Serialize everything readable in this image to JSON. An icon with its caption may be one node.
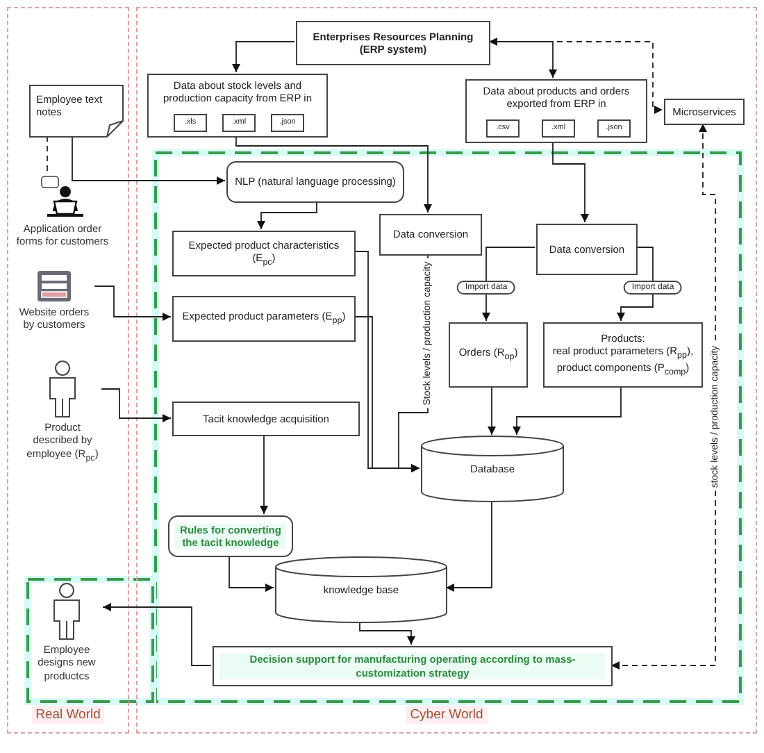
{
  "diagram": {
    "nodes": [
      {
        "text": [
          "Real World"
        ]
      },
      {
        "text": [
          "Cyber World"
        ]
      },
      {
        "text": [
          "Enterprises Resources Planning (ERP system)"
        ],
        "in": 1
      },
      {
        "text": [
          "Data about stock levels and production capacity from ERP in"
        ],
        "in": 1
      },
      {
        "text": [
          ".xls"
        ],
        "in": 3
      },
      {
        "text": [
          ".xml"
        ],
        "in": 3
      },
      {
        "text": [
          ".json"
        ],
        "in": 3
      },
      {
        "text": [
          "Data about products and orders exported from ERP in"
        ],
        "in": 1
      },
      {
        "text": [
          ".csv"
        ],
        "in": 7
      },
      {
        "text": [
          ".xml"
        ],
        "in": 7
      },
      {
        "text": [
          ".json"
        ],
        "in": 7
      },
      {
        "text": [
          "Microservices"
        ],
        "in": 1
      },
      {
        "text": [
          "Employee text notes"
        ],
        "in": 0
      },
      {
        "text": [
          "Application order forms for customers"
        ],
        "in": 0
      },
      {
        "text": [
          "Website orders by customers"
        ],
        "in": 0
      },
      {
        "text": [
          "Product described by employee (R$_{pc}$)"
        ],
        "in": 0
      },
      {
        "text": [
          "NLP (natural language processing)"
        ],
        "in": 1
      },
      {
        "text": [
          "Expected product characteristics (E$_{pc}$)"
        ],
        "in": 1
      },
      {
        "text": [
          "Data conversion"
        ],
        "in": 1
      },
      {
        "text": [
          "Expected product parameters (E$_{pp}$)"
        ],
        "in": 1
      },
      {
        "text": [
          "Data conversion"
        ],
        "in": 1
      },
      {
        "text": [
          "Orders (R$_{op}$)"
        ],
        "in": 1
      },
      {
        "text": [
          "Products:",
          "real product parameters (R$_{pp}$), product components (P$_{comp}$)"
        ],
        "in": 1
      },
      {
        "text": [
          "Tacit knowledge acquisition"
        ],
        "in": 1
      },
      {
        "text": [
          "Database"
        ],
        "in": 1
      },
      {
        "text": [
          "Rules for converting the tacit knowledge"
        ],
        "in": 1
      },
      {
        "text": [
          "knowledge base"
        ],
        "in": 1
      },
      {
        "text": [
          "Decision support for manufacturing operating according to mass-customization strategy"
        ],
        "in": 1
      },
      {
        "text": [
          "Employee designs new productcs"
        ],
        "in": 0
      }
    ],
    "edges": [
      {
        "from": 2,
        "to": 3,
        "arrow": "to"
      },
      {
        "from": 2,
        "to": 7,
        "arrow": "to"
      },
      {
        "from": 2,
        "to": 11,
        "arrow": "both",
        "style": "dashed"
      },
      {
        "from": 11,
        "to": 27,
        "arrow": "both",
        "style": "dashed",
        "label": "stock levels / production capacity"
      },
      {
        "from": 3,
        "to": 18,
        "arrow": "to"
      },
      {
        "from": 18,
        "to": 24,
        "arrow": "to",
        "label": "Stock levels / production capacity"
      },
      {
        "from": 7,
        "to": 20,
        "arrow": "to"
      },
      {
        "from": 20,
        "to": 21,
        "arrow": "to",
        "label": "Import data"
      },
      {
        "from": 20,
        "to": 22,
        "arrow": "to",
        "label": "Import data"
      },
      {
        "from": 21,
        "to": 24,
        "arrow": "to"
      },
      {
        "from": 22,
        "to": 24,
        "arrow": "to"
      },
      {
        "from": 17,
        "to": 24,
        "arrow": "to"
      },
      {
        "from": 19,
        "to": 24,
        "arrow": "to"
      },
      {
        "from": 12,
        "to": 16,
        "arrow": "to"
      },
      {
        "from": 12,
        "to": 13,
        "arrow": "none",
        "style": "dashed"
      },
      {
        "from": 14,
        "to": 19,
        "arrow": "to"
      },
      {
        "from": 15,
        "to": 23,
        "arrow": "to"
      },
      {
        "from": 16,
        "to": 17,
        "arrow": "to"
      },
      {
        "from": 23,
        "to": 25,
        "arrow": "to"
      },
      {
        "from": 25,
        "to": 26,
        "arrow": "to"
      },
      {
        "from": 24,
        "to": 26,
        "arrow": "to"
      },
      {
        "from": 26,
        "to": 27,
        "arrow": "to"
      },
      {
        "from": 27,
        "to": 28,
        "arrow": "to"
      }
    ]
  }
}
